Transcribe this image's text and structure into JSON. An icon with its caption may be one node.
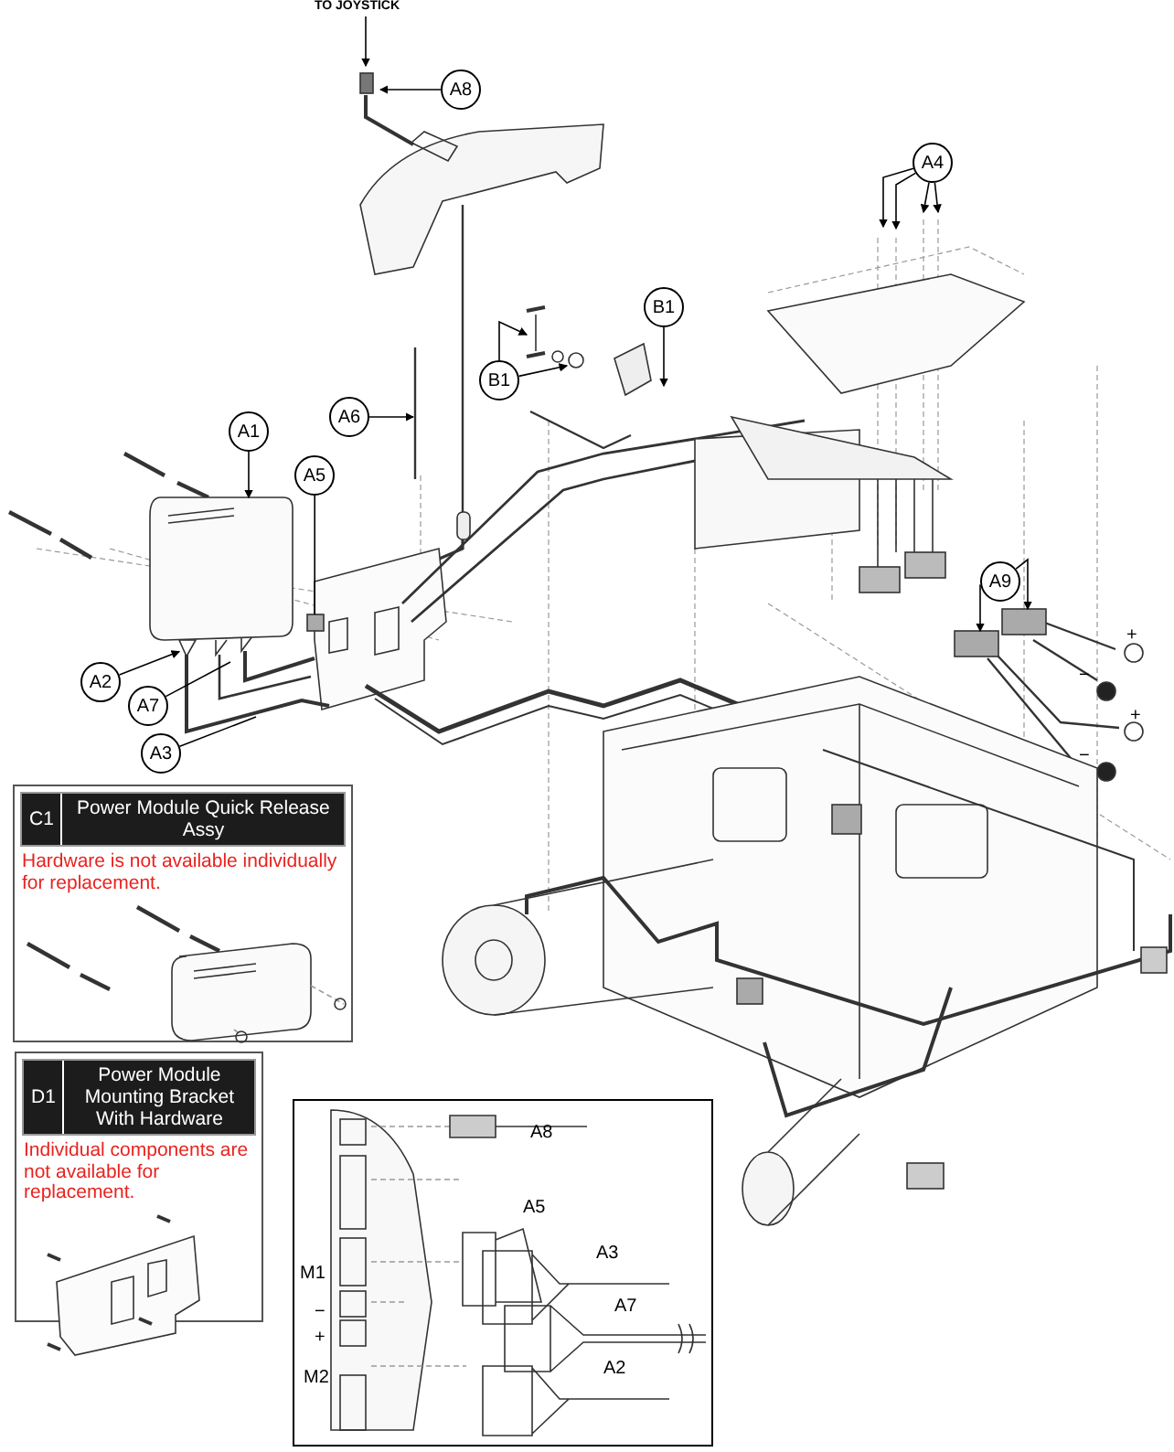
{
  "diagram": {
    "nodes": [
      {
        "text": [
          "TO JOYSTICK"
        ]
      },
      {
        "text": [
          "A8"
        ]
      },
      {
        "text": [
          "A4"
        ]
      },
      {
        "text": [
          "B1"
        ]
      },
      {
        "text": [
          "B1"
        ]
      },
      {
        "text": [
          "A6"
        ]
      },
      {
        "text": [
          "A1"
        ]
      },
      {
        "text": [
          "A5"
        ]
      },
      {
        "text": [
          "A9"
        ]
      },
      {
        "text": [
          "A2"
        ]
      },
      {
        "text": [
          "A7"
        ]
      },
      {
        "text": [
          "A3"
        ]
      },
      {
        "text": [
          "C1",
          "Power Module Quick Release Assy",
          "Hardware is not available individually for replacement."
        ]
      },
      {
        "text": [
          "D1",
          "Power Module Mounting Bracket With Hardware",
          "Individual components are not available for replacement."
        ]
      },
      {
        "text": [],
        "shape": "picture"
      },
      {
        "text": [],
        "shape": "picture"
      },
      {
        "text": [],
        "shape": "box"
      },
      {
        "text": [],
        "shape": "box"
      },
      {
        "text": [],
        "shape": "box"
      }
    ],
    "edges": [
      {
        "from": 0,
        "to": null,
        "arrow": "to"
      },
      {
        "from": 1,
        "to": null,
        "arrow": "to"
      },
      {
        "from": 2,
        "to": null,
        "arrow": "to"
      },
      {
        "from": 2,
        "to": null,
        "arrow": "to"
      },
      {
        "from": 2,
        "to": null,
        "arrow": "to"
      },
      {
        "from": 2,
        "to": null,
        "arrow": "to"
      },
      {
        "from": 3,
        "to": null,
        "arrow": "to"
      },
      {
        "from": 3,
        "to": null,
        "arrow": "to"
      },
      {
        "from": 4,
        "to": null,
        "arrow": "to"
      },
      {
        "from": 5,
        "to": null,
        "arrow": "to"
      },
      {
        "from": 6,
        "to": 14,
        "arrow": "to"
      },
      {
        "from": 7,
        "to": 18,
        "arrow": "none"
      },
      {
        "from": 8,
        "to": 17,
        "arrow": "to"
      },
      {
        "from": 8,
        "to": 16,
        "arrow": "to"
      },
      {
        "from": 9,
        "to": 15,
        "arrow": "to"
      },
      {
        "from": 10,
        "to": null,
        "arrow": "none"
      },
      {
        "from": 11,
        "to": null,
        "arrow": "none"
      }
    ],
    "labels": [
      "+",
      "−",
      "+",
      "−",
      "A8",
      "A5",
      "M1",
      "A3",
      "−",
      "A7",
      "+",
      "M2",
      "A2"
    ]
  }
}
